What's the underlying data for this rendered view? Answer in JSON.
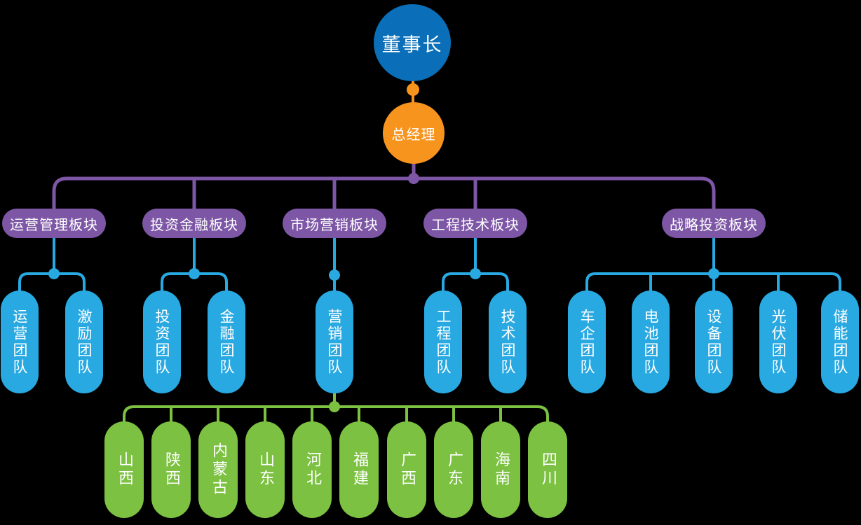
{
  "colors": {
    "navy": "#0a6fb8",
    "orange": "#f7941e",
    "purple": "#7d57a6",
    "blue": "#29a9e1",
    "green": "#7cc142",
    "text": "#ffffff",
    "background": "#000000"
  },
  "chairman": {
    "label": "董事长"
  },
  "general_manager": {
    "label": "总经理"
  },
  "divisions": [
    {
      "label": "运营管理板块",
      "teams": [
        {
          "label": "运营团队"
        },
        {
          "label": "激励团队"
        }
      ]
    },
    {
      "label": "投资金融板块",
      "teams": [
        {
          "label": "投资团队"
        },
        {
          "label": "金融团队"
        }
      ]
    },
    {
      "label": "市场营销板块",
      "teams": [
        {
          "label": "营销团队"
        }
      ]
    },
    {
      "label": "工程技术板块",
      "teams": [
        {
          "label": "工程团队"
        },
        {
          "label": "技术团队"
        }
      ]
    },
    {
      "label": "战略投资板块",
      "teams": [
        {
          "label": "车企团队"
        },
        {
          "label": "电池团队"
        },
        {
          "label": "设备团队"
        },
        {
          "label": "光伏团队"
        },
        {
          "label": "储能团队"
        }
      ]
    }
  ],
  "marketing_regions": [
    {
      "label": "山西"
    },
    {
      "label": "陕西"
    },
    {
      "label": "内蒙古"
    },
    {
      "label": "山东"
    },
    {
      "label": "河北"
    },
    {
      "label": "福建"
    },
    {
      "label": "广西"
    },
    {
      "label": "广东"
    },
    {
      "label": "海南"
    },
    {
      "label": "四川"
    }
  ]
}
